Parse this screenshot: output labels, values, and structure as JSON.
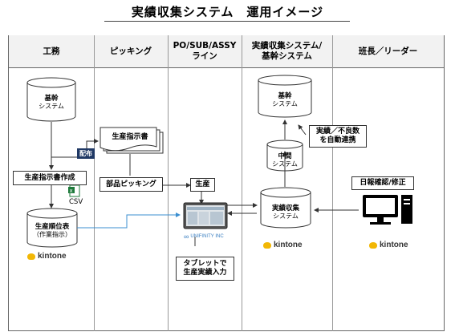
{
  "title": "実績収集システム　運用イメージ",
  "lanes": [
    {
      "label": "工務"
    },
    {
      "label": "ピッキング"
    },
    {
      "label": "PO/SUB/ASSY\nライン"
    },
    {
      "label": "実績収集システム/\n基幹システム"
    },
    {
      "label": "班長／リーダー"
    }
  ],
  "nodes": {
    "kikan_left": {
      "title": "基幹",
      "sub": "システム"
    },
    "kikan_right": {
      "title": "基幹",
      "sub": "システム"
    },
    "chukan": {
      "title": "中間",
      "sub": "システム"
    },
    "jisseki": {
      "title": "実績収集",
      "sub": "システム"
    },
    "junihyo": {
      "title": "生産順位表",
      "sub": "（作業指示）"
    },
    "shiji_sakusei": "生産指示書作成",
    "shijisho": "生産指示書",
    "picking": "部品ピッキング",
    "seisan": "生産",
    "haifu": "配布",
    "csv": "CSV",
    "jiseki_rendo": "実績／不良数\nを自動連携",
    "nippo": "日報確認/修正",
    "tablet_note": "タブレットで\n生産実績入力",
    "unifinity": "UNIFINITY INC",
    "kintone": "kintone"
  },
  "colors": {
    "tag": "#1f3864",
    "accent_line": "#3b8fd1",
    "kintone": "#f2b705",
    "csv_green": "#1d7a3a"
  }
}
